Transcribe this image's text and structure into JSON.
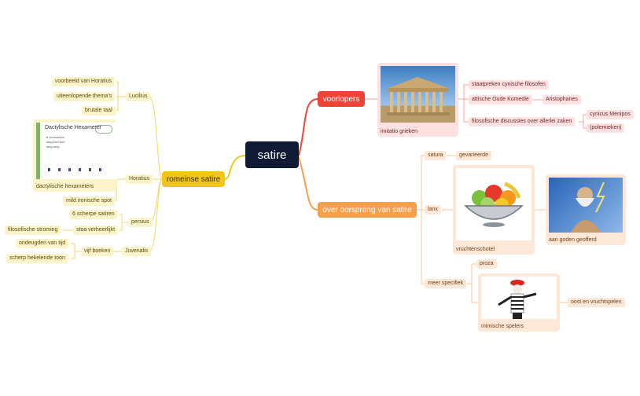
{
  "root": {
    "label": "satire"
  },
  "branches": {
    "romeinse": {
      "label": "romeinse satire",
      "color": "#f2c51a"
    },
    "voorlopers": {
      "label": "voorlopers",
      "color": "#ef4338"
    },
    "oorsprong": {
      "label": "over oorsprong van satire",
      "color": "#f6a04d"
    }
  },
  "left": {
    "lucilius": {
      "label": "Lucilius",
      "children": [
        "voorbeeld van Horatius",
        "uiteenlopende thema's",
        "brutale taal"
      ]
    },
    "horatius": {
      "label": "Horatius",
      "image_caption": "dactylische hexameters",
      "child": "mild ironische spot"
    },
    "persius": {
      "label": "persius",
      "children": [
        "6 scherpe satiren",
        "stoa verheerlijkt"
      ],
      "grandchild": "filosofische stroming"
    },
    "juvenalis": {
      "label": "Juvenalis",
      "child": "vijf boeken",
      "grandchildren": [
        "ondeugden van tijd",
        "scherp hekelende toon"
      ]
    },
    "slide": {
      "title": "Dactylische Hexameter",
      "bullets": [
        "6 versvoeten",
        "lang-kort-kort",
        "lang-lang"
      ]
    }
  },
  "right": {
    "voorlopers": {
      "image_caption": "imitatio grieken",
      "items": [
        "staatpreken cynische filosofen",
        "attische Oude Komedie",
        "filosofische discussies over allerlei zaken"
      ],
      "aristophanes": "Aristophanes",
      "menipos": [
        "cynicus Menipos",
        "(polemieken)"
      ]
    },
    "oorsprong": {
      "satura": "satura",
      "gevarieerde": "gevarieerde",
      "lanx": "lanx",
      "vruchtenschotel": "vruchtenschotel",
      "goden": "aan goden geofferd",
      "meer": "meer specifiek",
      "proza": "proza",
      "mimische": "mimische spelers",
      "oost": "oost en vruchtspelen"
    }
  }
}
